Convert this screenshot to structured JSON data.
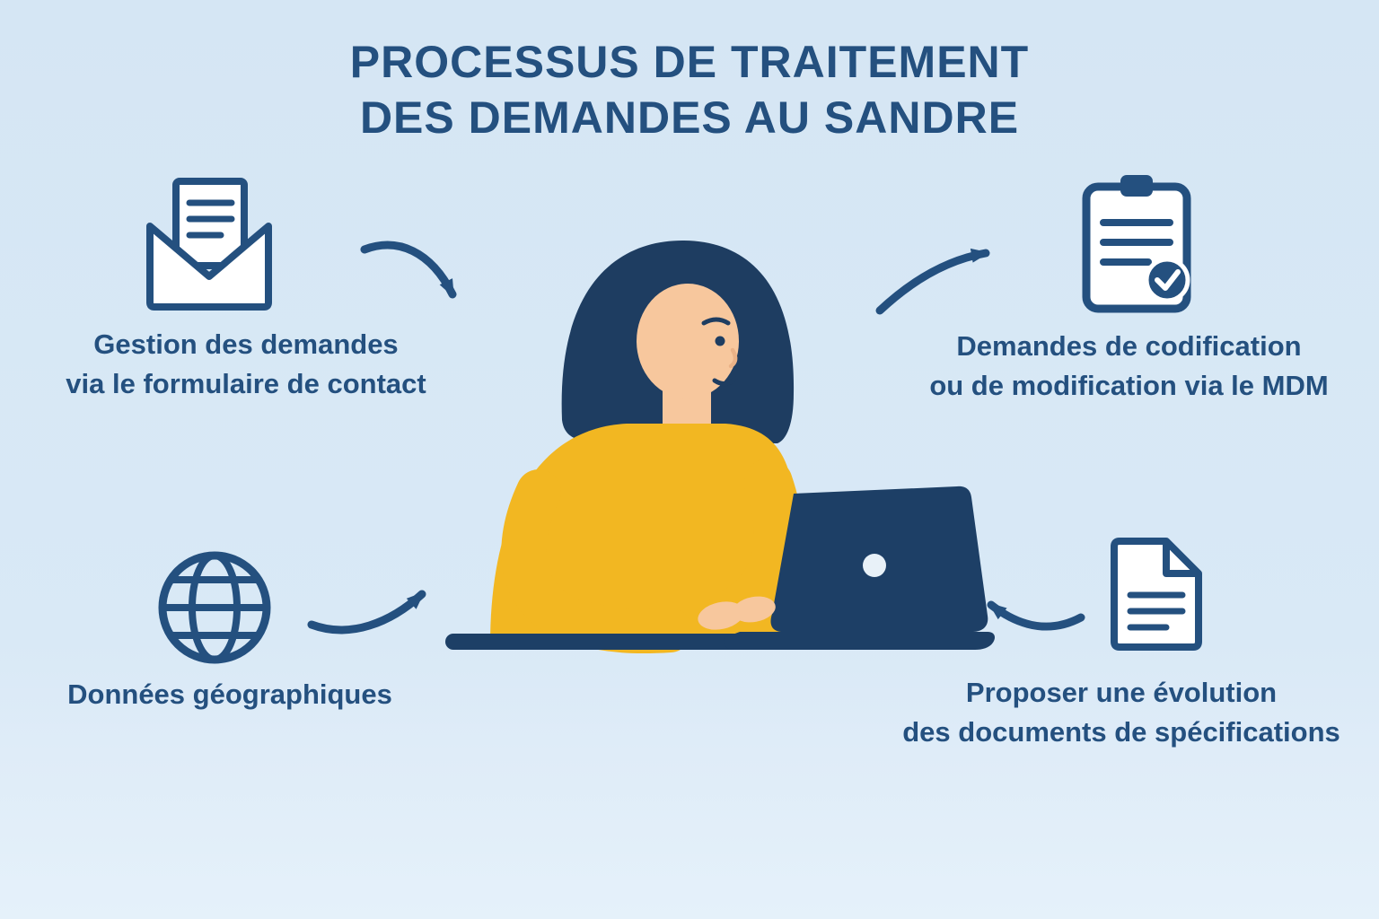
{
  "title": {
    "line1": "PROCESSUS DE TRAITEMENT",
    "line2": "DES DEMANDES AU SANDRE"
  },
  "items": [
    {
      "id": "contact-form",
      "icon": "open-envelope-letter-icon",
      "line1": "Gestion des demandes",
      "line2": "via le formulaire de contact"
    },
    {
      "id": "mdm-codification",
      "icon": "clipboard-check-icon",
      "line1": "Demandes de codification",
      "line2": "ou de modification via le MDM"
    },
    {
      "id": "geographic-data",
      "icon": "globe-icon",
      "line1": "Données géographiques",
      "line2": ""
    },
    {
      "id": "specifications",
      "icon": "document-icon",
      "line1": "Proposer une évolution",
      "line2": "des documents de spécifications"
    }
  ],
  "illustration": {
    "description": "person with dark hair in yellow sweater working on a laptop at a desk"
  },
  "colors": {
    "background": "#d9e9f6",
    "navy_text": "#24507f",
    "navy_dark": "#1d3f66",
    "hair_navy": "#1e3d61",
    "yellow": "#f2b722",
    "skin": "#f7c79d",
    "white": "#ffffff"
  }
}
